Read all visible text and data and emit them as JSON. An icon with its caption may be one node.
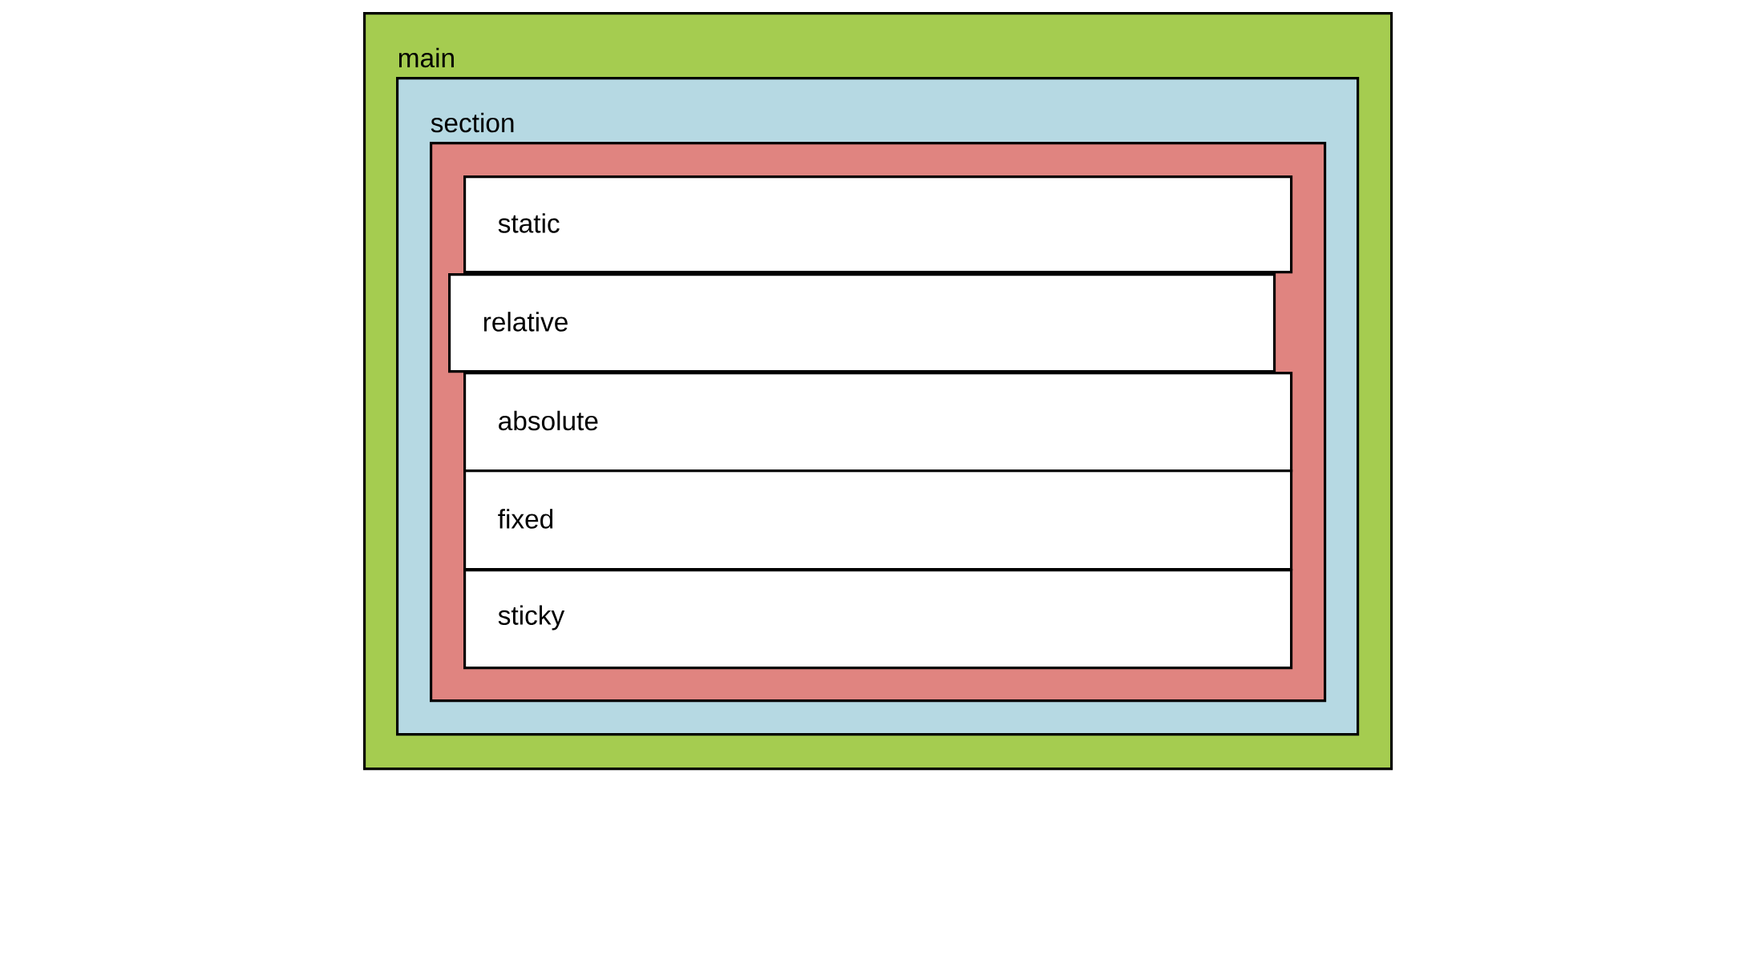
{
  "diagram": {
    "nodes": [
      {
        "text": [
          "main"
        ]
      },
      {
        "text": [
          "section"
        ],
        "in": 0
      },
      {
        "text": [],
        "shape": "box",
        "in": 1
      },
      {
        "text": [
          "static"
        ],
        "in": 2
      },
      {
        "text": [
          "relative"
        ],
        "in": 2
      },
      {
        "text": [
          "absolute"
        ],
        "in": 2
      },
      {
        "text": [
          "fixed"
        ],
        "in": 2
      },
      {
        "text": [
          "sticky"
        ],
        "in": 2
      }
    ]
  }
}
